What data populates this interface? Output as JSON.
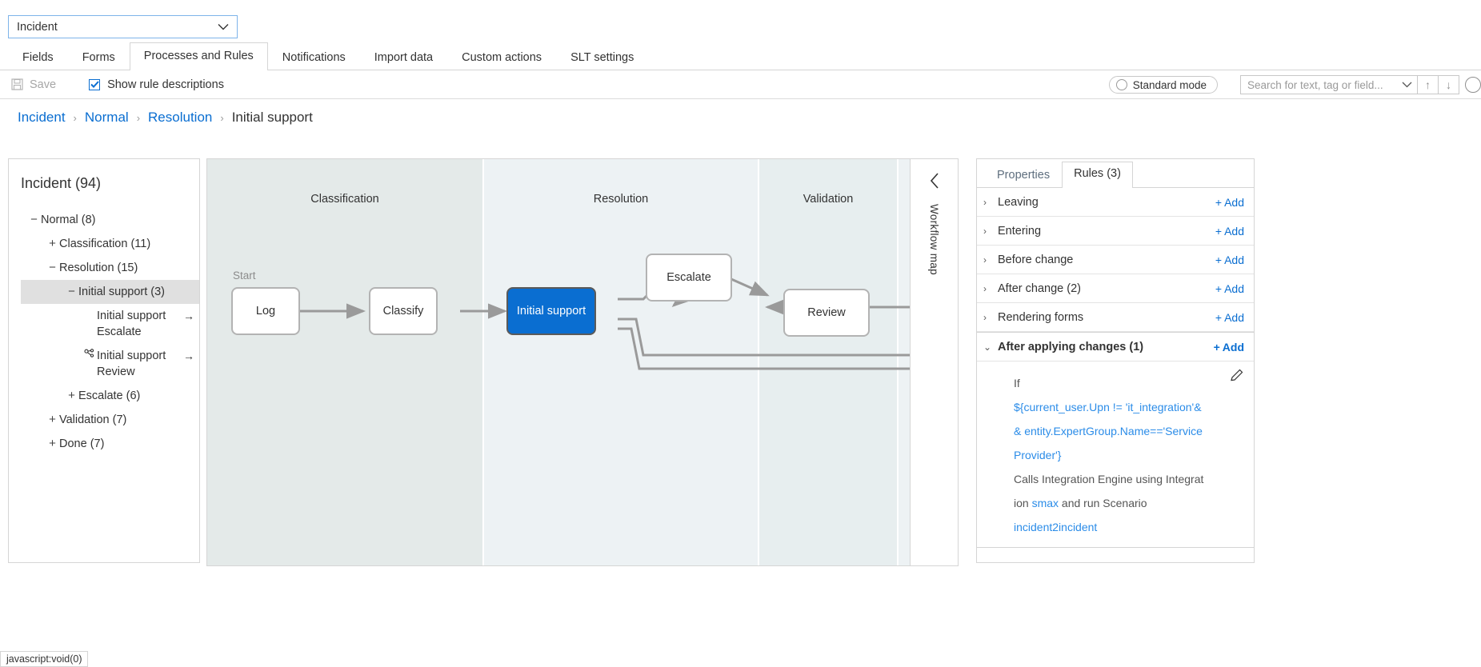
{
  "entity_selector": {
    "value": "Incident",
    "icon": "chevron-down-icon"
  },
  "tabs": [
    {
      "label": "Fields",
      "active": false
    },
    {
      "label": "Forms",
      "active": false
    },
    {
      "label": "Processes and Rules",
      "active": true
    },
    {
      "label": "Notifications",
      "active": false
    },
    {
      "label": "Import data",
      "active": false
    },
    {
      "label": "Custom actions",
      "active": false
    },
    {
      "label": "SLT settings",
      "active": false
    }
  ],
  "toolbar": {
    "save_label": "Save",
    "save_icon": "save-icon",
    "show_rule_descriptions_label": "Show rule descriptions",
    "show_rule_descriptions_checked": true,
    "mode_label": "Standard mode",
    "search_placeholder": "Search for text, tag or field...",
    "search_value": "",
    "search_dropdown_icon": "chevron-down-icon",
    "prev_icon": "arrow-up-icon",
    "next_icon": "arrow-down-icon"
  },
  "breadcrumb": [
    {
      "label": "Incident",
      "current": false
    },
    {
      "label": "Normal",
      "current": false
    },
    {
      "label": "Resolution",
      "current": false
    },
    {
      "label": "Initial support",
      "current": true
    }
  ],
  "breadcrumb_separator": "›",
  "tree": {
    "title": "Incident (94)",
    "items": [
      {
        "label": "Normal (8)",
        "toggle": "−",
        "indent": 0,
        "selected": false,
        "glyph": "",
        "arrow": ""
      },
      {
        "label": "Classification (11)",
        "toggle": "+",
        "indent": 1,
        "selected": false,
        "glyph": "",
        "arrow": ""
      },
      {
        "label": "Resolution (15)",
        "toggle": "−",
        "indent": 1,
        "selected": false,
        "glyph": "",
        "arrow": ""
      },
      {
        "label": "Initial support (3)",
        "toggle": "−",
        "indent": 2,
        "selected": true,
        "glyph": "",
        "arrow": ""
      },
      {
        "label": "Initial support Escalate",
        "toggle": "",
        "indent": 3,
        "selected": false,
        "glyph": "",
        "arrow": "→"
      },
      {
        "label": "Initial support Review",
        "toggle": "",
        "indent": 3,
        "selected": false,
        "glyph": "branch-icon",
        "arrow": "→"
      },
      {
        "label": "Escalate (6)",
        "toggle": "+",
        "indent": 2,
        "selected": false,
        "glyph": "",
        "arrow": ""
      },
      {
        "label": "Validation (7)",
        "toggle": "+",
        "indent": 1,
        "selected": false,
        "glyph": "",
        "arrow": ""
      },
      {
        "label": "Done (7)",
        "toggle": "+",
        "indent": 1,
        "selected": false,
        "glyph": "",
        "arrow": ""
      }
    ]
  },
  "workflow": {
    "lanes": [
      {
        "label": "Classification",
        "color": "#e4eae9"
      },
      {
        "label": "Resolution",
        "color": "#edf2f4"
      },
      {
        "label": "Validation",
        "color": "#e7eeef"
      },
      {
        "label": "",
        "color": "#edf2f4"
      }
    ],
    "start_label": "Start",
    "nodes": [
      {
        "label": "Log",
        "selected": false
      },
      {
        "label": "Classify",
        "selected": false
      },
      {
        "label": "Initial support",
        "selected": true
      },
      {
        "label": "Escalate",
        "selected": false
      },
      {
        "label": "Review",
        "selected": false
      }
    ],
    "selected_node_color": "#0a6ed1",
    "map_rail": {
      "collapse_icon": "chevron-left-icon",
      "label": "Workflow map"
    }
  },
  "properties_panel": {
    "tabs": [
      {
        "label": "Properties",
        "active": false
      },
      {
        "label": "Rules (3)",
        "active": true
      }
    ],
    "add_label": "Add",
    "rules": [
      {
        "name": "Leaving",
        "expanded": false
      },
      {
        "name": "Entering",
        "expanded": false
      },
      {
        "name": "Before change",
        "expanded": false
      },
      {
        "name": "After change (2)",
        "expanded": false
      },
      {
        "name": "Rendering forms",
        "expanded": false
      }
    ],
    "expanded_rule": {
      "name": "After applying changes (1)",
      "edit_icon": "pencil-icon",
      "lines": [
        {
          "text": "If",
          "link": false
        },
        {
          "text": "${current_user.Upn != 'it_integration'&",
          "link": true
        },
        {
          "text": "& entity.ExpertGroup.Name=='Service",
          "link": true
        },
        {
          "text": "Provider'}",
          "link": true
        },
        {
          "text": "Calls Integration Engine using Integrat",
          "link": false
        },
        {
          "text": "ion smax and run Scenario",
          "link": false,
          "inline_link": "smax"
        },
        {
          "text": "incident2incident",
          "link": true
        }
      ]
    }
  },
  "statusbar": {
    "text": "javascript:void(0)"
  },
  "colors": {
    "accent": "#0a6ed1",
    "link": "#2b8ce8",
    "selection": "#e0e0e0"
  }
}
